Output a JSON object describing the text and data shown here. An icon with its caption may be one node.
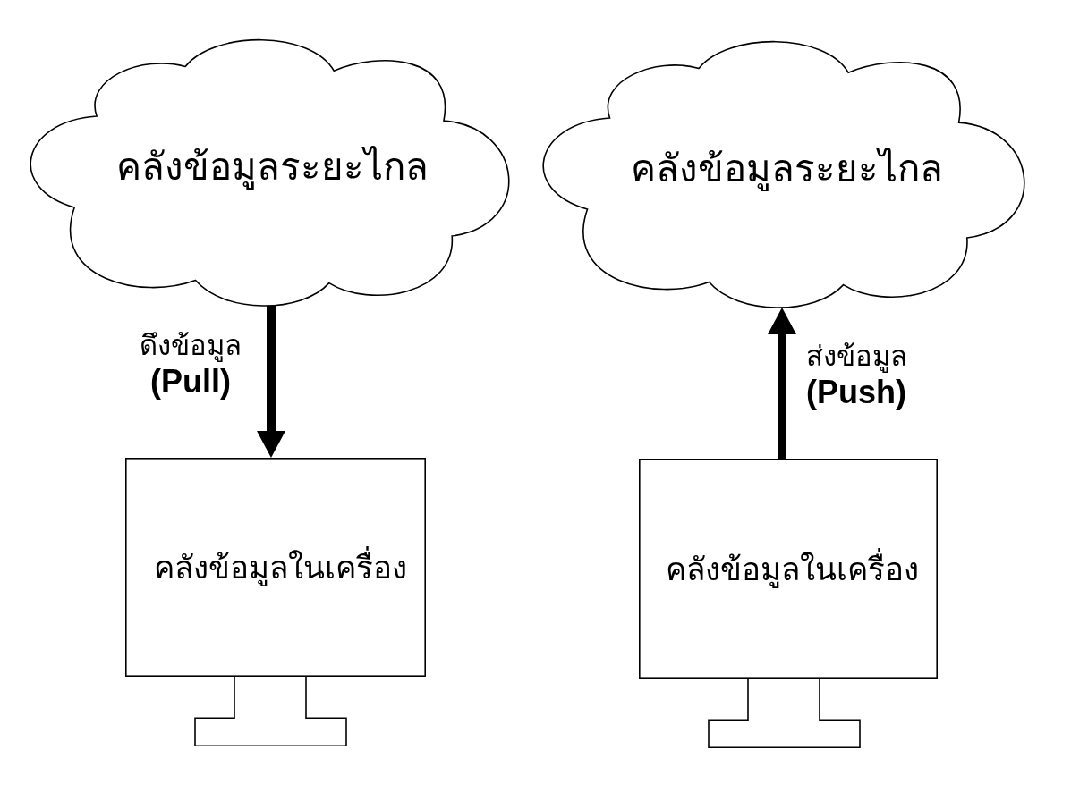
{
  "diagram": {
    "nodes": [
      {
        "text": [
          "คลังข้อมูลระยะไกล"
        ]
      },
      {
        "text": [
          "คลังข้อมูลในเครื่อง"
        ]
      },
      {
        "text": [
          "คลังข้อมูลระยะไกล"
        ]
      },
      {
        "text": [
          "คลังข้อมูลในเครื่อง"
        ]
      }
    ],
    "edges": [
      {
        "from": 0,
        "to": 1,
        "arrow": "to",
        "label": "ดึงข้อมูล **(Pull)**"
      },
      {
        "from": 3,
        "to": 2,
        "arrow": "to",
        "label": "ส่งข้อมูล **(Push)**"
      }
    ]
  }
}
